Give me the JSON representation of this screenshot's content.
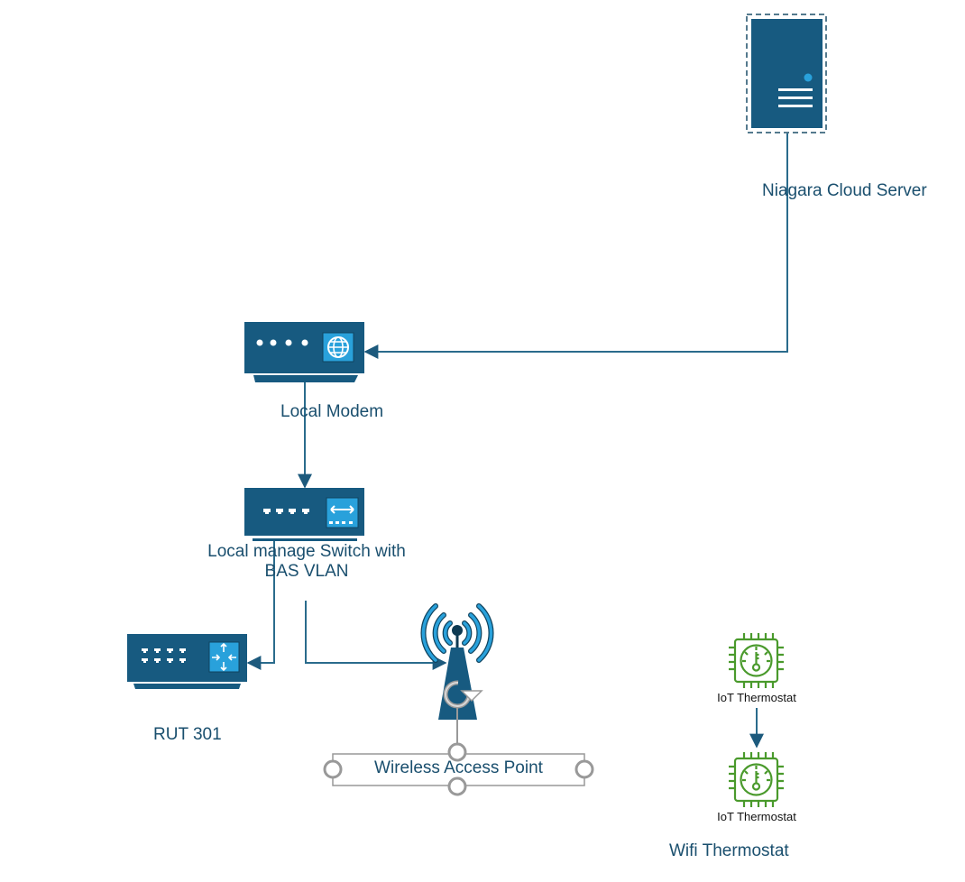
{
  "colors": {
    "device_dark": "#175a80",
    "device_accent": "#29a1db",
    "connector": "#2a6b8c",
    "label_text": "#1a4f6e",
    "thermostat_green": "#4a9a2c",
    "selection_gray": "#999999"
  },
  "nodes": {
    "cloud_server": {
      "label": "Niagara Cloud Server",
      "icon": "server-icon"
    },
    "modem": {
      "label": "Local Modem",
      "icon": "globe-icon"
    },
    "switch": {
      "label_line1": "Local manage Switch with",
      "label_line2": "BAS VLAN",
      "icon": "switch-arrows-icon"
    },
    "router": {
      "label": "RUT 301",
      "icon": "router-arrows-icon"
    },
    "access_point": {
      "label": "Wireless Access Point",
      "icon": "wireless-tower-icon"
    },
    "thermostat_1": {
      "label": "IoT Thermostat",
      "icon": "thermostat-chip-icon"
    },
    "thermostat_2": {
      "label": "IoT Thermostat",
      "icon": "thermostat-chip-icon"
    },
    "thermostat_group": {
      "label": "Wifi Thermostat"
    }
  },
  "connections": [
    {
      "from": "Niagara Cloud Server",
      "to": "Local Modem"
    },
    {
      "from": "Local Modem",
      "to": "Local manage Switch with BAS VLAN"
    },
    {
      "from": "Local manage Switch with BAS VLAN",
      "to": "RUT 301"
    },
    {
      "from": "Local manage Switch with BAS VLAN",
      "to": "Wireless Access Point"
    },
    {
      "from": "IoT Thermostat",
      "to": "IoT Thermostat"
    }
  ]
}
